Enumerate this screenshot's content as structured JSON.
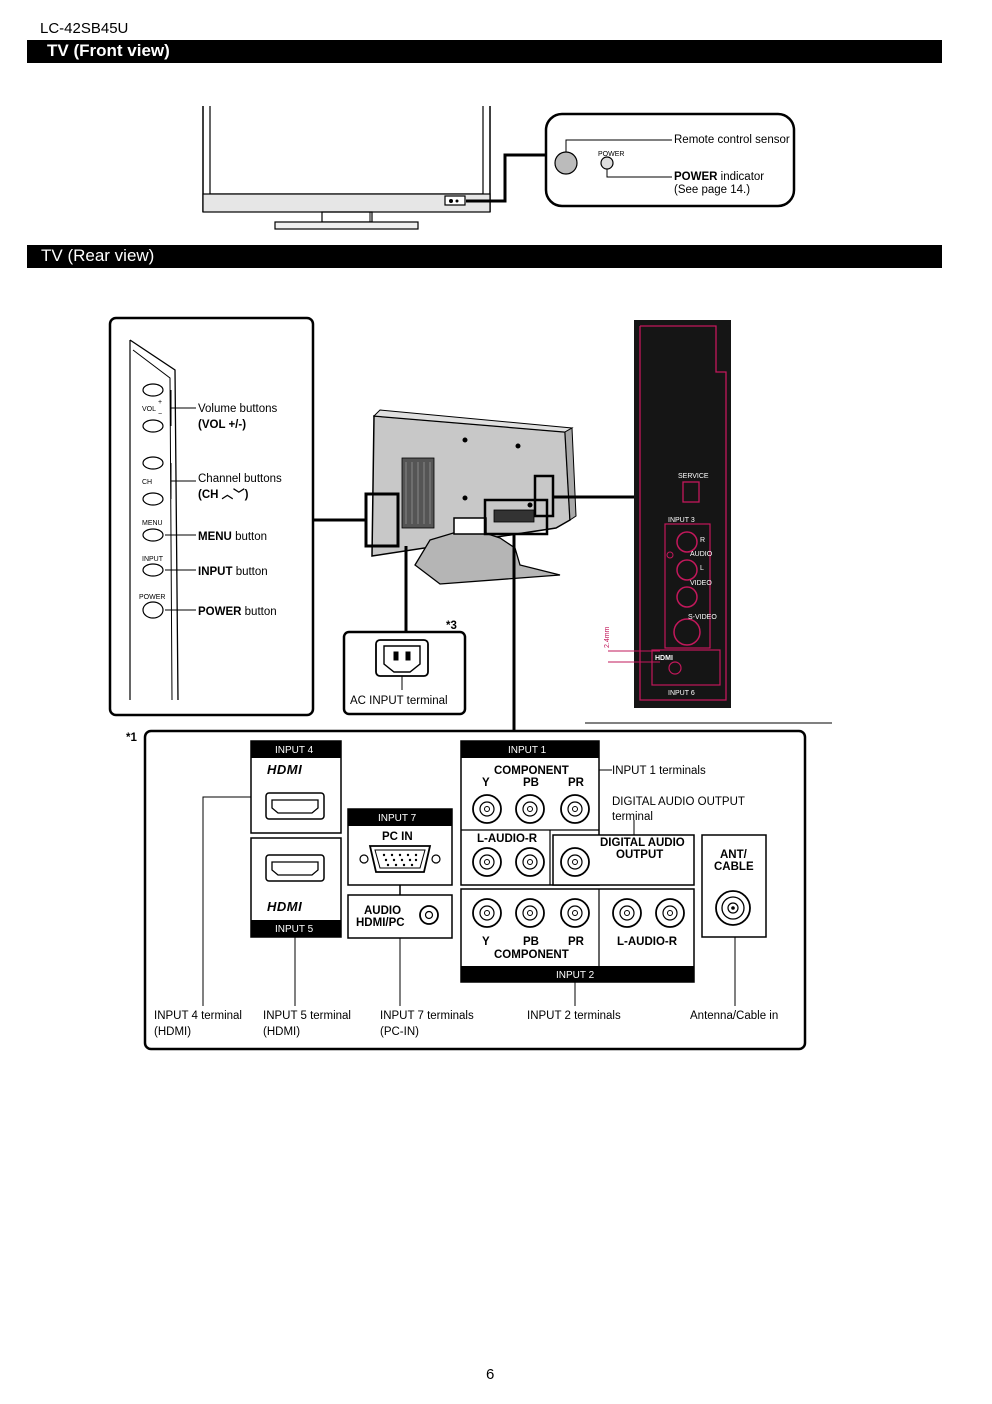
{
  "header": {
    "model": "LC-42SB45U"
  },
  "sections": {
    "front_title": "TV (Front view)",
    "rear_title": "TV (Rear view)"
  },
  "front_view": {
    "power_small": "POWER",
    "remote_sensor": "Remote control sensor",
    "power_indicator_bold": "POWER",
    "power_indicator_rest": " indicator",
    "power_indicator_ref": "(See page 14.)"
  },
  "side_panel": {
    "vol_tag": "VOL",
    "plus": "+",
    "minus": "−",
    "volume_label": "Volume buttons",
    "volume_sub": "(VOL +/-)",
    "ch_tag": "CH",
    "channel_label": "Channel buttons",
    "channel_sub": "(CH ︿﹀)",
    "menu_tag": "MENU",
    "menu_bold": "MENU",
    "menu_rest": " button",
    "input_tag": "INPUT",
    "input_bold": "INPUT",
    "input_rest": " button",
    "power_tag": "POWER",
    "power_bold": "POWER",
    "power_rest": " button"
  },
  "ac_input": {
    "note": "*3",
    "label": "AC INPUT terminal"
  },
  "right_panel": {
    "service": "SERVICE",
    "input3": "INPUT 3",
    "audio": "AUDIO",
    "r": "R",
    "l": "L",
    "video": "VIDEO",
    "svideo": "S-VIDEO",
    "hdmi": "HDMI",
    "input6": "INPUT 6",
    "dimension": "2.4mm"
  },
  "terminal_panel": {
    "note": "*1",
    "input4": "INPUT 4",
    "hdmi_logo": "HDMI",
    "input5": "INPUT 5",
    "input7": "INPUT 7",
    "pc_in": "PC IN",
    "audio_hdmi_pc_1": "AUDIO",
    "audio_hdmi_pc_2": "HDMI/PC",
    "input1": "INPUT 1",
    "component": "COMPONENT",
    "y": "Y",
    "pb": "PB",
    "pr": "PR",
    "l_audio_r": "L-AUDIO-R",
    "digital_audio_output_1": "DIGITAL AUDIO",
    "digital_audio_output_2": "OUTPUT",
    "ant_cable_1": "ANT/",
    "ant_cable_2": "CABLE",
    "input2": "INPUT 2",
    "callout_input1": "INPUT 1 terminals",
    "callout_digital_1": "DIGITAL AUDIO OUTPUT",
    "callout_digital_2": "terminal",
    "callout_input4_1": "INPUT 4 terminal",
    "callout_input4_2": "(HDMI)",
    "callout_input5_1": "INPUT 5 terminal",
    "callout_input5_2": "(HDMI)",
    "callout_input7_1": "INPUT 7 terminals",
    "callout_input7_2": "(PC-IN)",
    "callout_input2": "INPUT 2 terminals",
    "callout_antenna": "Antenna/Cable in"
  },
  "footer": {
    "page_number": "6"
  }
}
